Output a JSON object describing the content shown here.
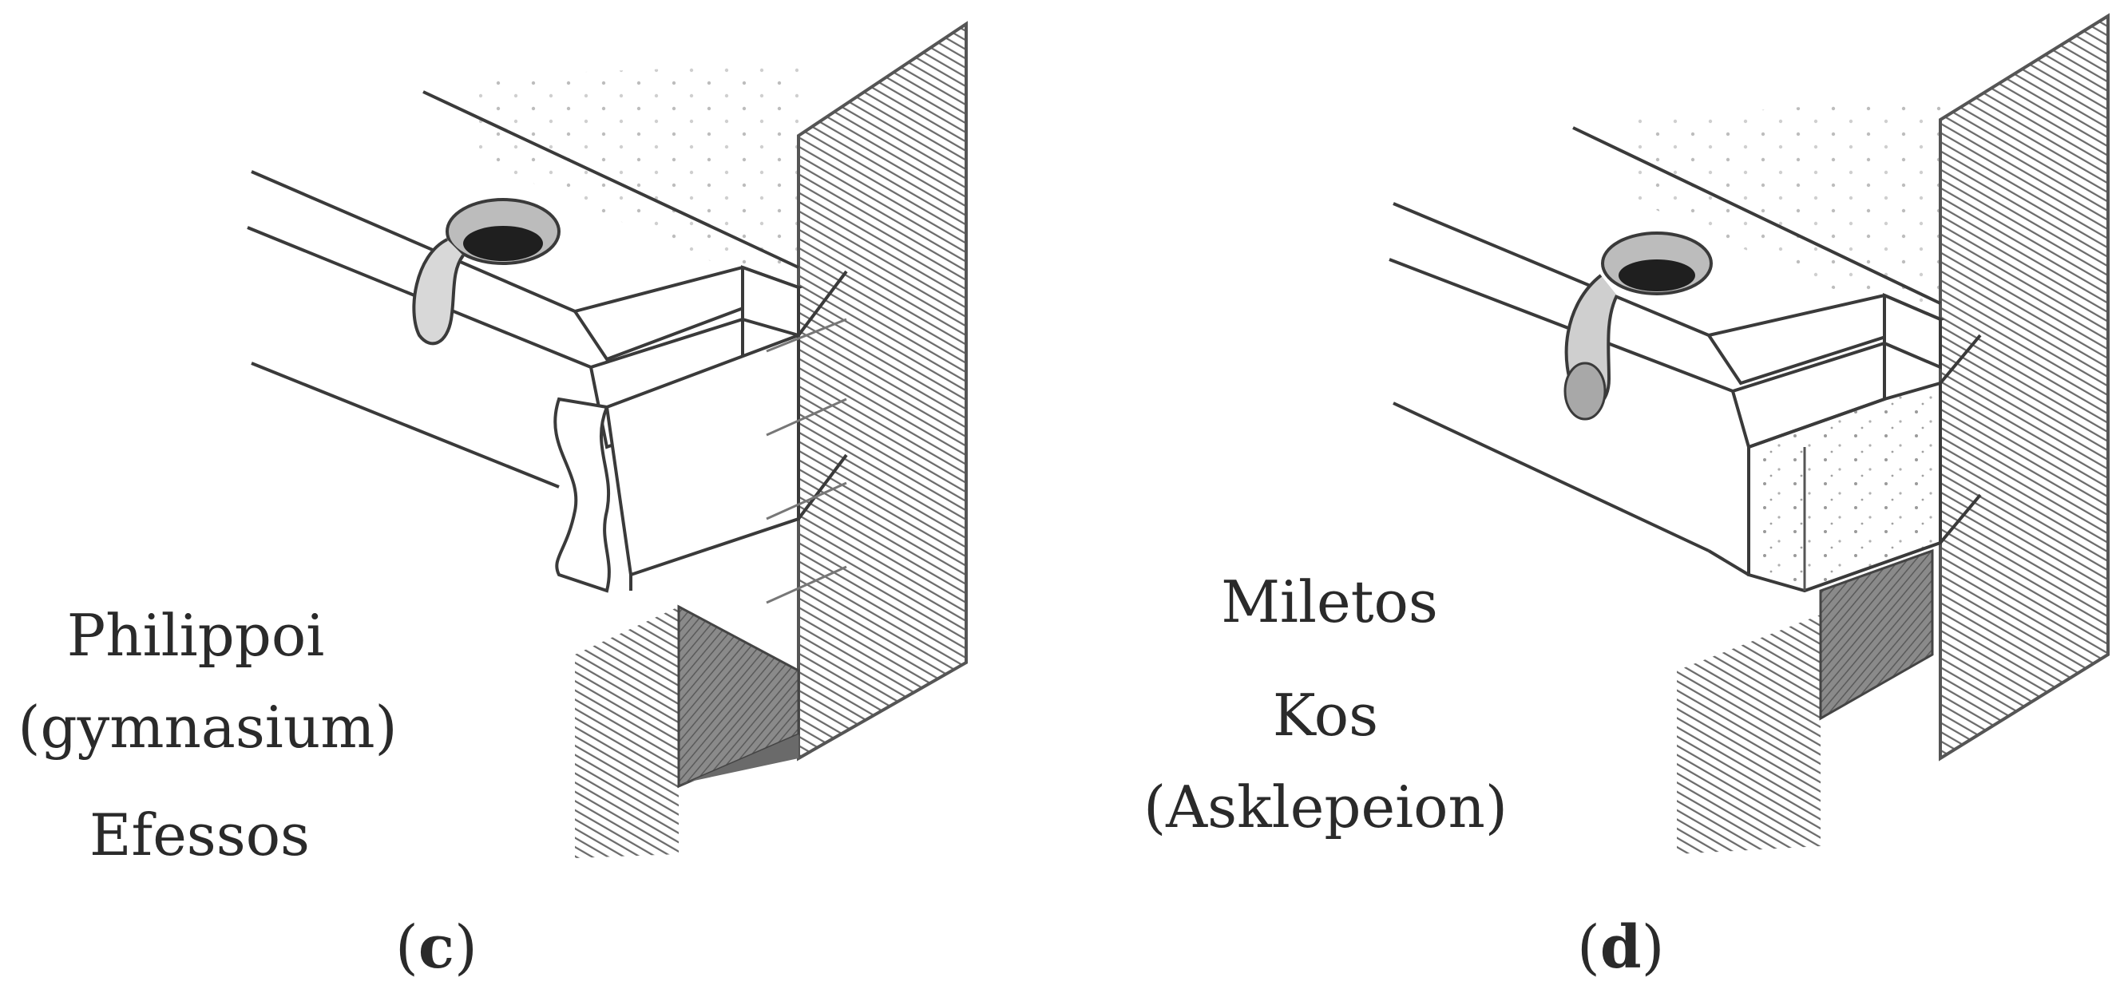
{
  "panels": [
    {
      "id": "c",
      "letter": "c",
      "sites": [
        "Philippoi",
        "(gymnasium)",
        "Efessos"
      ]
    },
    {
      "id": "d",
      "letter": "d",
      "sites": [
        "Miletos",
        "Kos",
        "(Asklepeion)"
      ]
    }
  ]
}
